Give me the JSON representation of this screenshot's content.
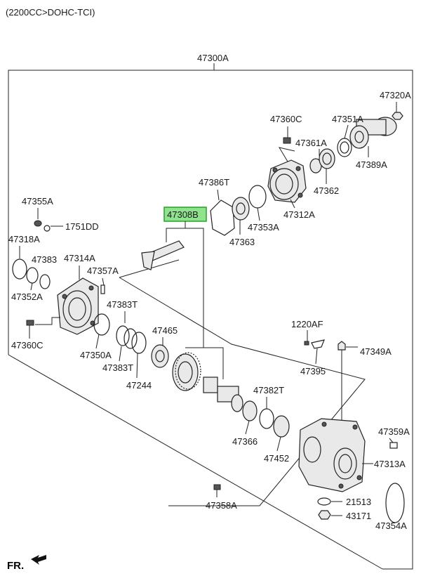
{
  "header": {
    "subtitle": "(2200CC>DOHC-TCI)"
  },
  "assembly": {
    "label": "47300A"
  },
  "highlighted": {
    "label": "47308B",
    "color": "#8fe38f",
    "border": "#2aa02a"
  },
  "parts": {
    "p47320A": "47320A",
    "p47360C_top": "47360C",
    "p47351A": "47351A",
    "p47361A": "47361A",
    "p47389A": "47389A",
    "p47386T": "47386T",
    "p47362": "47362",
    "p47312A": "47312A",
    "p47353A": "47353A",
    "p47363": "47363",
    "p47355A": "47355A",
    "p1751DD": "1751DD",
    "p47318A": "47318A",
    "p47383": "47383",
    "p47314A": "47314A",
    "p47357A": "47357A",
    "p47352A": "47352A",
    "p47383T_a": "47383T",
    "p47465": "47465",
    "p47360C_bot": "47360C",
    "p47350A": "47350A",
    "p47383T_b": "47383T",
    "p47244": "47244",
    "p1220AF": "1220AF",
    "p47349A": "47349A",
    "p47395": "47395",
    "p47382T": "47382T",
    "p47359A": "47359A",
    "p47366": "47366",
    "p47452": "47452",
    "p47313A": "47313A",
    "p47358A": "47358A",
    "p21513": "21513",
    "p43171": "43171",
    "p47354A": "47354A"
  },
  "footer": {
    "direction_label": "FR."
  }
}
